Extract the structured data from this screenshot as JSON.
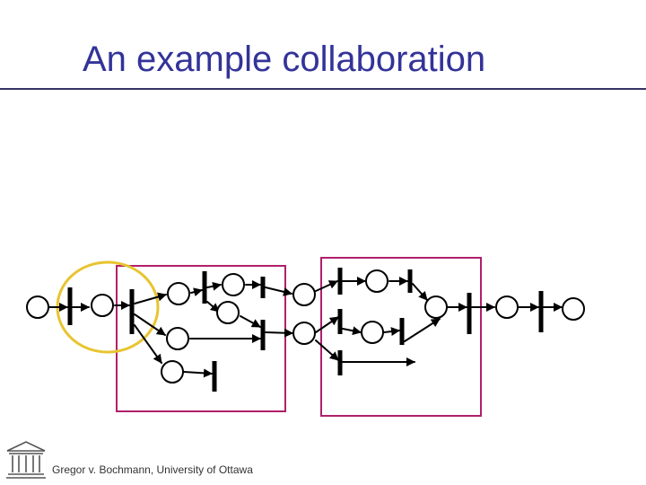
{
  "slide": {
    "title": "An example collaboration",
    "footer": "Gregor v. Bochmann, University of Ottawa"
  },
  "colors": {
    "title": "#333399",
    "highlight_ellipse": "#e8c431",
    "group_box": "#b0206a",
    "petri_net": "#000000"
  },
  "icons": [
    "university-building-logo-icon"
  ],
  "petri_net": {
    "places": [
      "p-start",
      "p1",
      "p-upper",
      "p-lower",
      "p-bottom",
      "p-top-right",
      "p-mid-right",
      "p-right1",
      "p-right2",
      "p-join",
      "p-final1",
      "p-final2"
    ],
    "transitions": [
      "t1",
      "t-fork",
      "t-upper",
      "t-mid",
      "t-bottom",
      "t-right-upper",
      "t-right-mid",
      "t-right-lower",
      "t-dot",
      "t-join",
      "t-final"
    ]
  }
}
